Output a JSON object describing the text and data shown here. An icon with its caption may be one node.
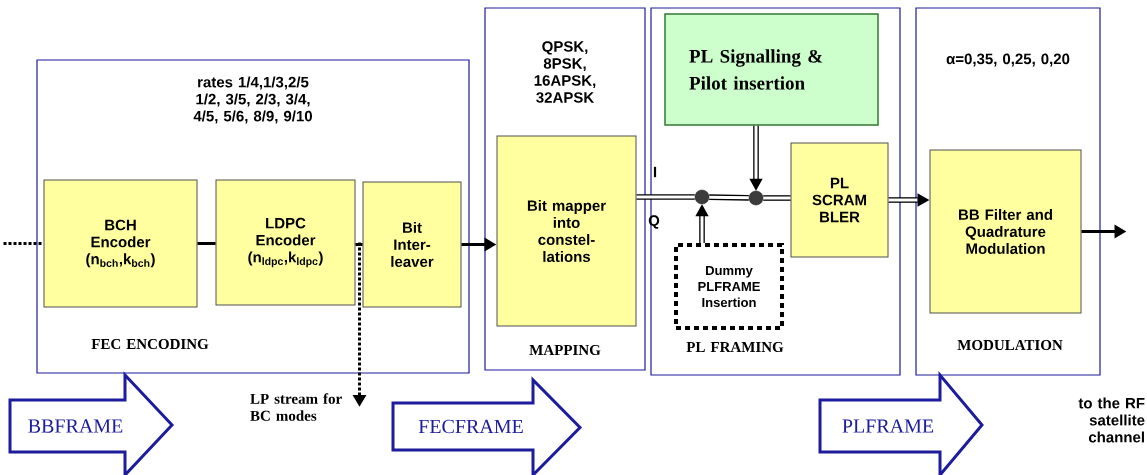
{
  "diagram": {
    "nodes": [
      {
        "text": [
          "rates 1/4,1/3,2/5 1/2, 3/5, 2/3, 3/4, 4/5, 5/6, 8/9, 9/10",
          "FEC ENCODING"
        ]
      },
      {
        "text": [
          "BCH Encoder (n$_{bch}$,k$_{bch}$)"
        ],
        "in": 0
      },
      {
        "text": [
          "LDPC Encoder (n$_{ldpc}$,k$_{ldpc}$)"
        ],
        "in": 0
      },
      {
        "text": [
          "Bit Inter- leaver"
        ],
        "in": 0
      },
      {
        "text": [
          "QPSK, 8PSK, 16APSK, 32APSK",
          "MAPPING"
        ]
      },
      {
        "text": [
          "Bit mapper into constel- lations"
        ],
        "in": 4
      },
      {
        "text": [
          "PL FRAMING"
        ]
      },
      {
        "text": [
          "PL Signalling & Pilot insertion"
        ],
        "in": 6
      },
      {
        "text": [],
        "shape": "circle",
        "in": 6
      },
      {
        "text": [],
        "shape": "circle",
        "in": 6
      },
      {
        "text": [
          "PL SCRAM BLER"
        ],
        "in": 6
      },
      {
        "text": [
          "Dummy PLFRAME Insertion"
        ],
        "in": 6
      },
      {
        "text": [
          "α=0,35, 0,25, 0,20",
          "MODULATION"
        ]
      },
      {
        "text": [
          "BB Filter and Quadrature Modulation"
        ],
        "in": 12
      },
      {
        "text": [
          "LP stream for BC modes"
        ]
      },
      {
        "text": [
          "BBFRAME"
        ]
      },
      {
        "text": [
          "FECFRAME"
        ]
      },
      {
        "text": [
          "PLFRAME"
        ]
      }
    ],
    "edges": [
      {
        "from": null,
        "to": 1,
        "arrow": "none",
        "style": "dashed"
      },
      {
        "from": 1,
        "to": 2,
        "arrow": "none"
      },
      {
        "from": 2,
        "to": 3,
        "arrow": "none"
      },
      {
        "from": 3,
        "to": 5,
        "arrow": "to"
      },
      {
        "from": 5,
        "to": 8,
        "arrow": "none",
        "style": "thick"
      },
      {
        "from": 8,
        "to": 9,
        "arrow": "none",
        "style": "thick"
      },
      {
        "from": 9,
        "to": 10,
        "arrow": "none",
        "style": "thick"
      },
      {
        "from": 7,
        "to": 9,
        "arrow": "to",
        "style": "thick"
      },
      {
        "from": 11,
        "to": 8,
        "arrow": "to",
        "style": "thick"
      },
      {
        "from": 10,
        "to": 13,
        "arrow": "to",
        "style": "thick"
      },
      {
        "from": 13,
        "to": null,
        "arrow": "to"
      },
      {
        "from": 2,
        "to": 14,
        "arrow": "to",
        "style": "dashed"
      }
    ],
    "labels": [
      "I",
      "Q",
      "to the RF satellite channel"
    ]
  }
}
